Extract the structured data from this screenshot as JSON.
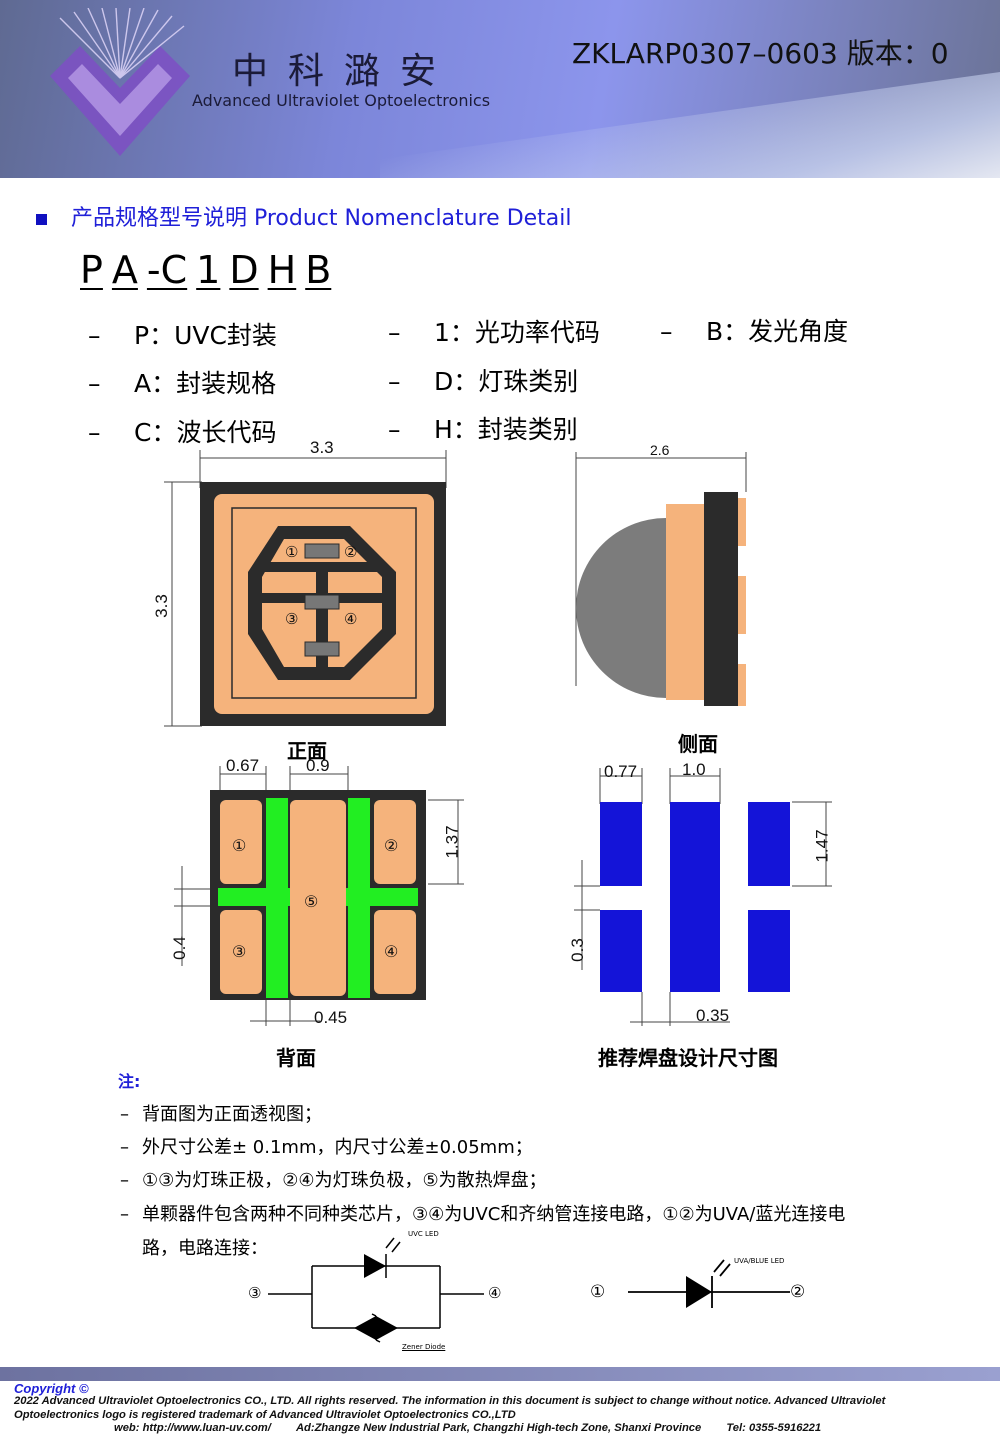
{
  "header": {
    "logo_cn": "中科潞安",
    "logo_en": "Advanced Ultraviolet Optoelectronics",
    "doc_id": "ZKLARP0307–0603 版本：0"
  },
  "section": {
    "title": "产品规格型号说明 Product Nomenclature Detail"
  },
  "model_code": [
    "P",
    "A",
    "-C",
    "1",
    "D",
    "H",
    "B"
  ],
  "code_items": [
    "P：UVC封装",
    "A：封装规格",
    "C：波长代码",
    "1：光功率代码",
    "D：灯珠类别",
    "H：封装类别",
    "B：发光角度"
  ],
  "dash": "–",
  "views": {
    "front": {
      "title": "正面",
      "width_label": "3.3",
      "height_label": "3.3"
    },
    "side": {
      "title": "侧面",
      "width_label": "2.6"
    },
    "back": {
      "title": "背面",
      "dims": [
        "0.67",
        "0.9",
        "1.37",
        "0.4",
        "0.45"
      ]
    },
    "pad": {
      "title": "推荐焊盘设计尺寸图",
      "dims": [
        "0.77",
        "1.0",
        "1.47",
        "0.3",
        "0.35"
      ]
    },
    "pin_marks": [
      "①",
      "②",
      "③",
      "④",
      "⑤"
    ]
  },
  "colors": {
    "pad_copper": "#f5b37c",
    "board": "#2b2b2b",
    "thermal_green": "#22ee22",
    "solder_blue": "#1414d8",
    "title_blue": "#2020d8"
  },
  "notes": {
    "title": "注:",
    "items": [
      "背面图为正面透视图；",
      "外尺寸公差± 0.1mm，内尺寸公差±0.05mm；",
      "①③为灯珠正极，②④为灯珠负极，⑤为散热焊盘；",
      "单颗器件包含两种不同种类芯片，③④为UVC和齐纳管连接电路，①②为UVA/蓝光连接电",
      "路，电路连接："
    ]
  },
  "circuits": {
    "uvc_label": "UVC LED",
    "zener_label": "Zener Diode",
    "uva_label": "UVA/BLUE LED",
    "left_terminal": "③",
    "right_terminal": "④",
    "uva_left": "①",
    "uva_right": "②"
  },
  "footer": {
    "copyright": "Copyright ©",
    "line1": "2022 Advanced Ultraviolet Optoelectronics CO., LTD. All rights reserved. The information in this document is subject to change without notice. Advanced Ultraviolet",
    "line2": "Optoelectronics logo is registered trademark of Advanced Ultraviolet Optoelectronics CO.,LTD",
    "web": "web: http://www.luan-uv.com/",
    "address": "Ad:Zhangze New Industrial Park, Changzhi High-tech Zone, Shanxi Province",
    "tel": "Tel:  0355-5916221"
  }
}
